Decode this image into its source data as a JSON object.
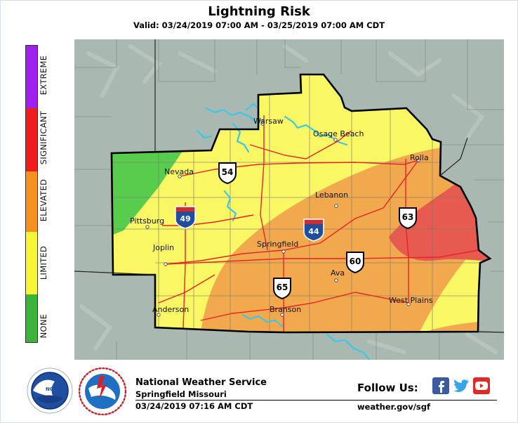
{
  "header": {
    "title": "Lightning Risk",
    "valid": "Valid: 03/24/2019 07:00 AM - 03/25/2019 07:00 AM CDT"
  },
  "legend": [
    {
      "label": "EXTREME",
      "color": "#a020f0"
    },
    {
      "label": "SIGNIFICANT",
      "color": "#ee1c1c"
    },
    {
      "label": "ELEVATED",
      "color": "#f5911e"
    },
    {
      "label": "LIMITED",
      "color": "#f7f535"
    },
    {
      "label": "NONE",
      "color": "#3cb43c"
    }
  ],
  "map": {
    "cities": [
      "Warsaw",
      "Osage Beach",
      "Rolla",
      "Nevada",
      "Lebanon",
      "Pittsburg",
      "Springfield",
      "Joplin",
      "Ava",
      "Anderson",
      "Branson",
      "West Plains"
    ],
    "us_routes": [
      "54",
      "63",
      "60",
      "65"
    ],
    "interstates": [
      "49",
      "44"
    ]
  },
  "footer": {
    "office": "National Weather Service",
    "location": "Springfield Missouri",
    "issued": "03/24/2019 07:16 AM CDT",
    "follow": "Follow Us:",
    "website": "weather.gov/sgf"
  }
}
